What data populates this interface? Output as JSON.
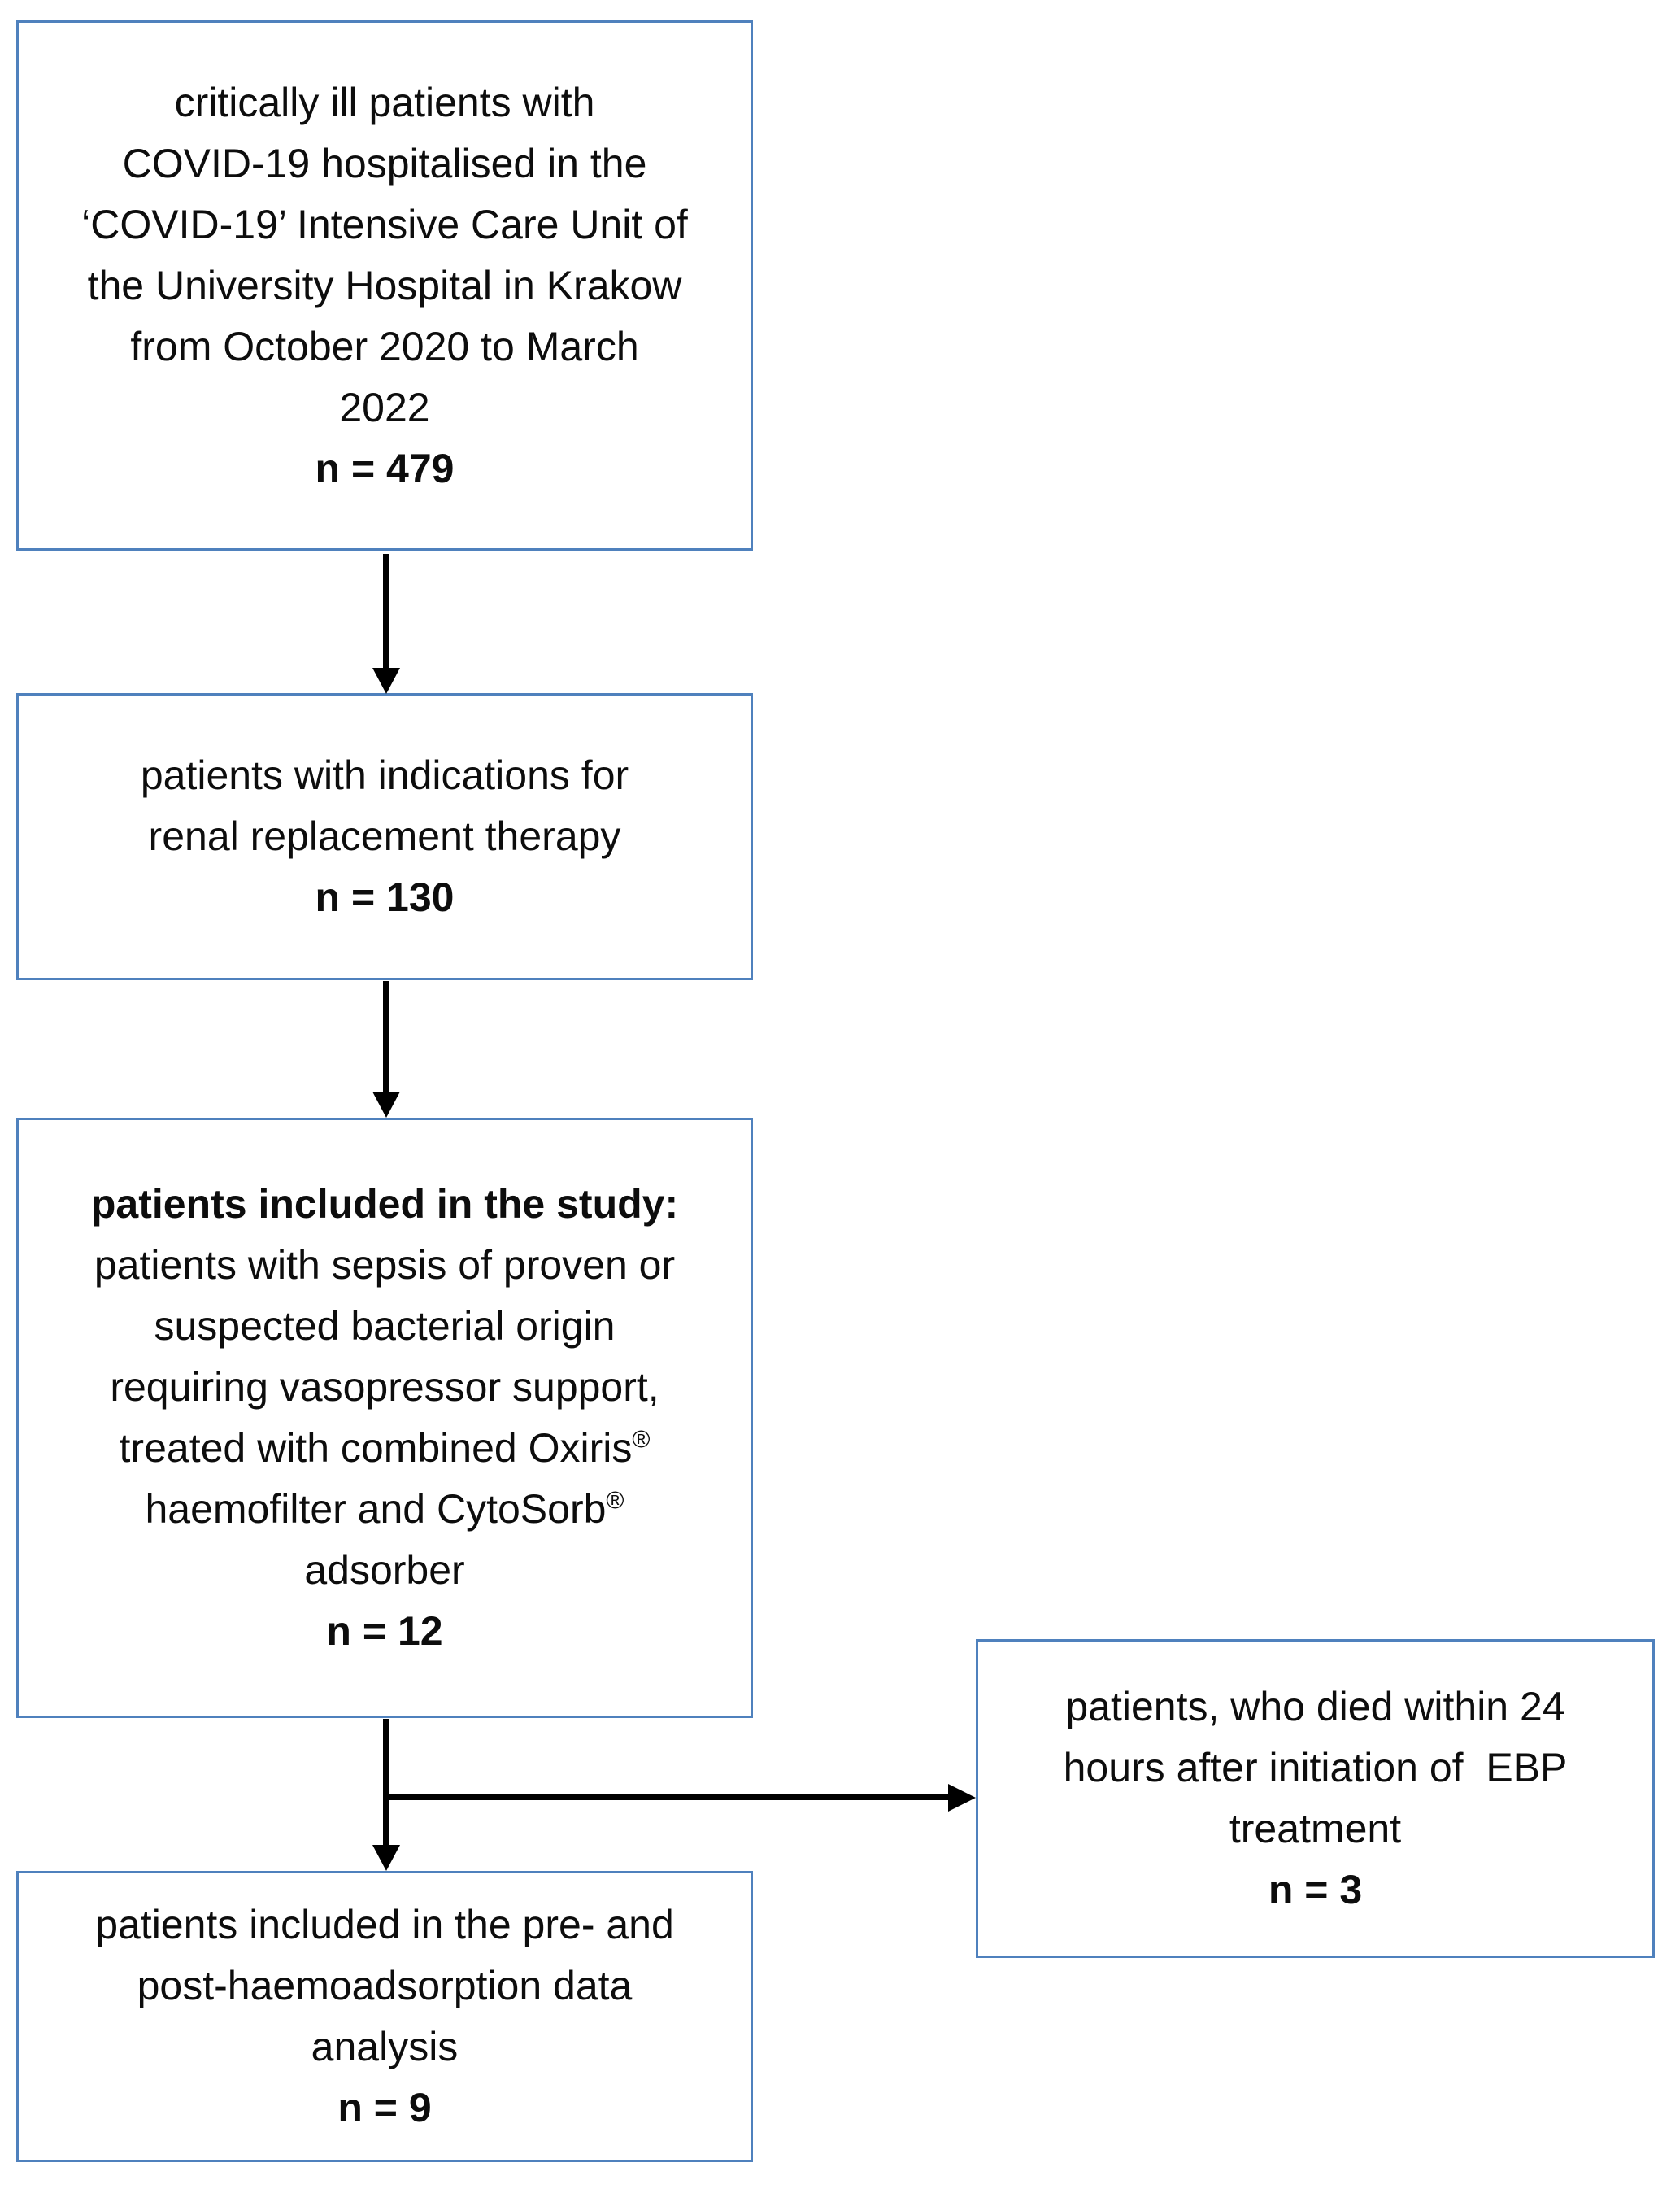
{
  "figure": {
    "type": "flowchart",
    "description": "patient enrolment flow diagram",
    "colors": {
      "box_border": "#4f81bd",
      "arrow": "#000000",
      "text": "#0d0d0d",
      "background": "#ffffff"
    },
    "boxes": [
      {
        "id": "screened",
        "n_value": 479,
        "lines": [
          {
            "text": "critically ill patients with"
          },
          {
            "text": "COVID-19 hospitalised in the"
          },
          {
            "text": "‘COVID-19’ Intensive Care Unit of"
          },
          {
            "text": "the University Hospital in Krakow"
          },
          {
            "text": "from October 2020 to March"
          },
          {
            "text": "2022"
          },
          {
            "text": "n = 479",
            "bold": true
          }
        ]
      },
      {
        "id": "rrt-indications",
        "n_value": 130,
        "lines": [
          {
            "text": "patients with indications for"
          },
          {
            "text": "renal replacement therapy"
          },
          {
            "text": "n = 130",
            "bold": true
          }
        ]
      },
      {
        "id": "included",
        "n_value": 12,
        "lines": [
          {
            "text": "patients included in the study:",
            "bold": true
          },
          {
            "text": "patients with sepsis of proven or"
          },
          {
            "text": "suspected bacterial origin"
          },
          {
            "text": "requiring vasopressor support,"
          },
          {
            "segments": [
              {
                "text": "treated with combined Oxiris"
              },
              {
                "text": "®",
                "sup": true
              }
            ]
          },
          {
            "segments": [
              {
                "text": "haemofilter and CytoSorb"
              },
              {
                "text": "®",
                "sup": true
              }
            ]
          },
          {
            "text": "adsorber"
          },
          {
            "text": "n = 12",
            "bold": true
          }
        ]
      },
      {
        "id": "died-24h",
        "n_value": 3,
        "lines": [
          {
            "text": "patients, who died within 24"
          },
          {
            "text": "hours after initiation of  EBP"
          },
          {
            "text": "treatment"
          },
          {
            "text": "n = 3",
            "bold": true
          }
        ]
      },
      {
        "id": "analysed",
        "n_value": 9,
        "lines": [
          {
            "text": "patients included in the pre- and"
          },
          {
            "text": "post-haemoadsorption data"
          },
          {
            "text": "analysis"
          },
          {
            "text": "n = 9",
            "bold": true
          }
        ]
      }
    ],
    "arrows": [
      {
        "from": "screened",
        "to": "rrt-indications",
        "direction": "down"
      },
      {
        "from": "rrt-indications",
        "to": "included",
        "direction": "down"
      },
      {
        "from": "included",
        "to": "analysed",
        "direction": "down"
      },
      {
        "from": "included",
        "to": "died-24h",
        "direction": "branch-right"
      }
    ]
  }
}
